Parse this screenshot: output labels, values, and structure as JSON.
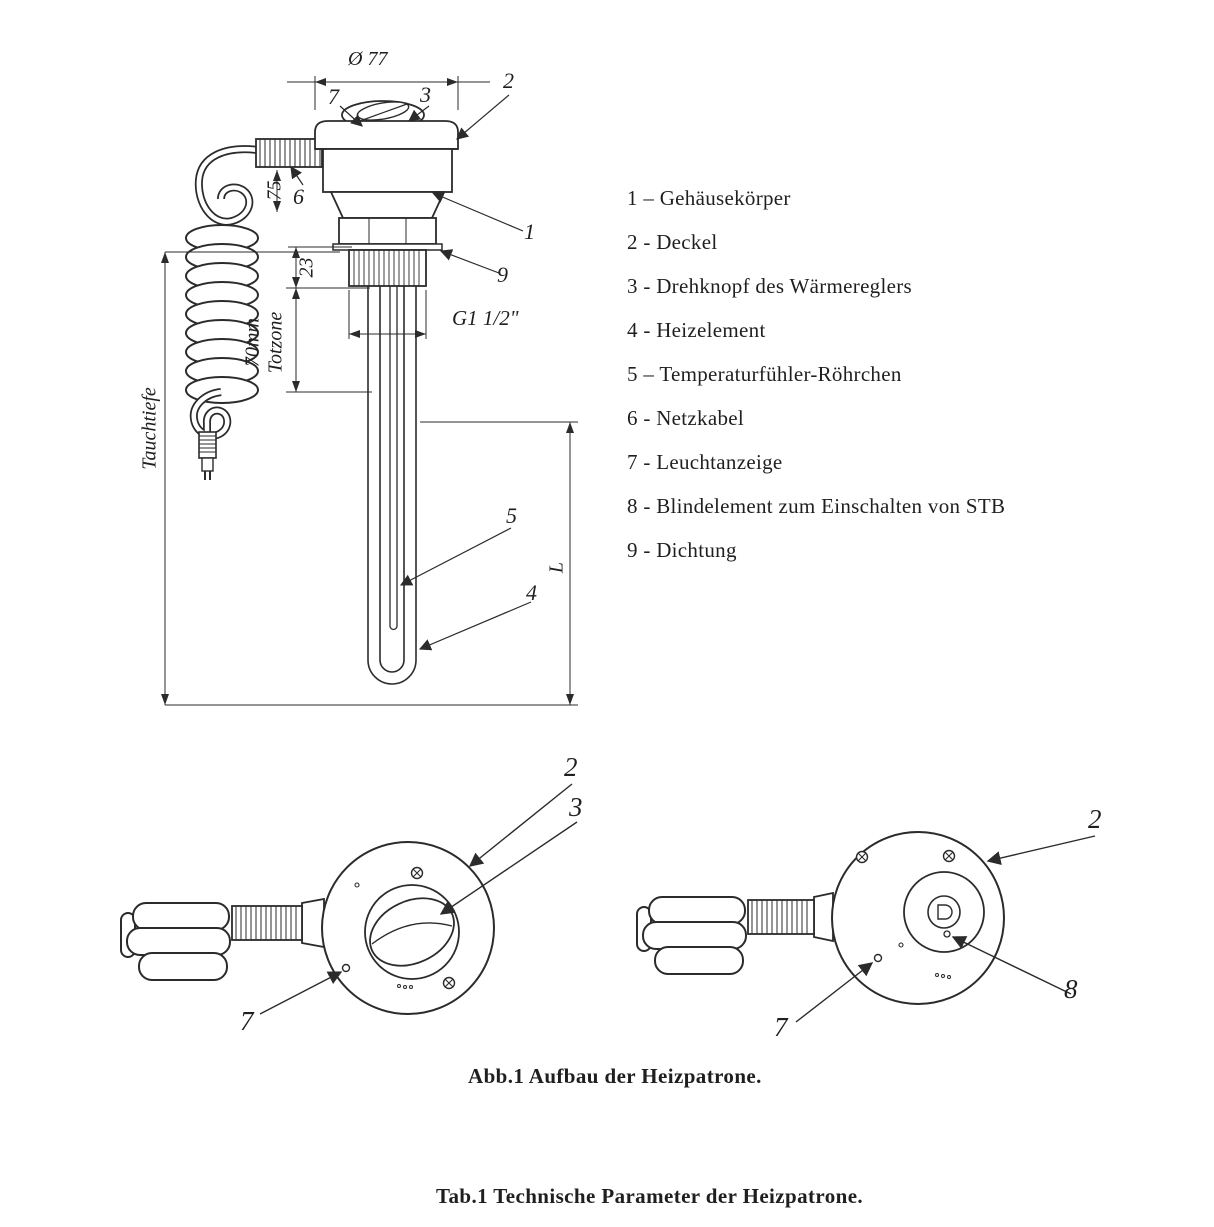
{
  "captions": {
    "figure": "Abb.1 Aufbau der Heizpatrone.",
    "table": "Tab.1 Technische Parameter der Heizpatrone."
  },
  "legend": {
    "items": [
      {
        "text": "1 – Gehäusekörper"
      },
      {
        "text": "2 - Deckel"
      },
      {
        "text": "3 - Drehknopf des Wärmereglers"
      },
      {
        "text": "4 - Heizelement"
      },
      {
        "text": "5 – Temperaturfühler-Röhrchen"
      },
      {
        "text": "6 - Netzkabel"
      },
      {
        "text": "7 - Leuchtanzeige"
      },
      {
        "text": "8 - Blindelement zum Einschalten von STB"
      },
      {
        "text": "9 - Dichtung"
      }
    ]
  },
  "main_view": {
    "dims": {
      "diameter": "Ø 77",
      "cable": "75",
      "thread_length": "23",
      "dead_zone_value": "70mm",
      "dead_zone_label": "Totzone",
      "thread_size": "G1 1/2\"",
      "immersion_depth": "Tauchtiefe",
      "element_length": "L"
    },
    "callouts": {
      "c1": "1",
      "c2": "2",
      "c3": "3",
      "c4": "4",
      "c5": "5",
      "c6": "6",
      "c7": "7",
      "c9": "9"
    }
  },
  "knob_view": {
    "callouts": {
      "c2": "2",
      "c3": "3",
      "c7": "7"
    }
  },
  "blind_view": {
    "callouts": {
      "c2": "2",
      "c7": "7",
      "c8": "8"
    }
  },
  "colors": {
    "line": "#2b2b2b",
    "text": "#1f1f1f",
    "background": "#ffffff"
  }
}
